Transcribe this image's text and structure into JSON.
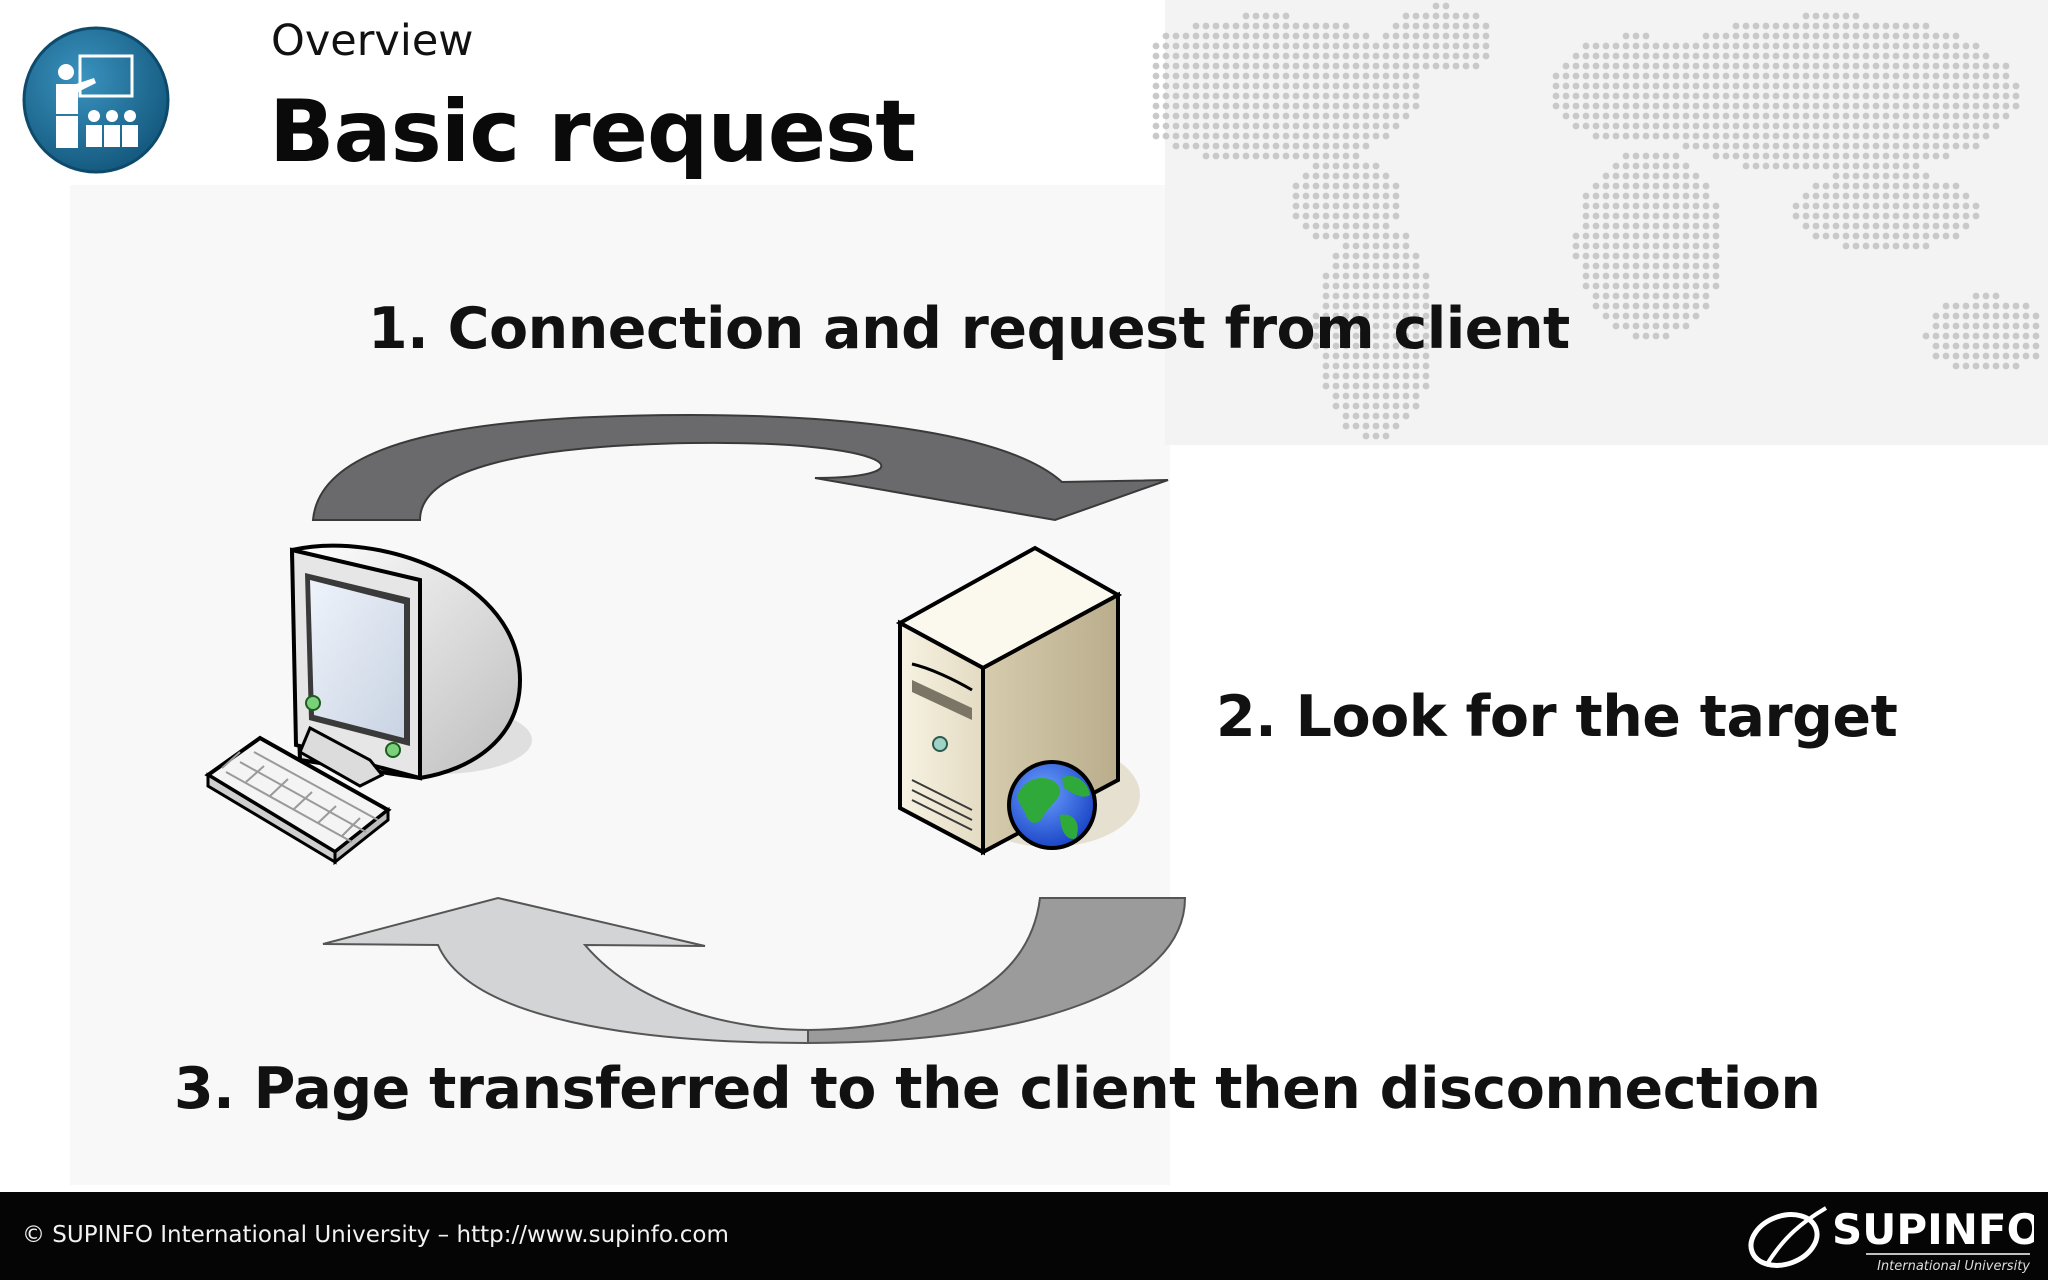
{
  "header": {
    "section": "Overview",
    "title": "Basic request"
  },
  "steps": {
    "step1": "1. Connection and request from client",
    "step2": "2. Look for the target",
    "step3": "3. Page transferred to the client then disconnection"
  },
  "footer": {
    "copyright": "© SUPINFO International University – http://www.supinfo.com",
    "brand_name": "SUPINFO",
    "brand_tagline": "International University"
  },
  "icons": {
    "logo": "presentation-teacher-icon",
    "client": "desktop-computer-icon",
    "server": "web-server-icon",
    "globe": "globe-icon"
  },
  "colors": {
    "logo_blue": "#1f6f98",
    "arrow_top": "#6a6a6c",
    "arrow_bottom_left": "#d2d4d5",
    "arrow_bottom_right": "#9b9b9b",
    "footer_bg": "#050505"
  }
}
